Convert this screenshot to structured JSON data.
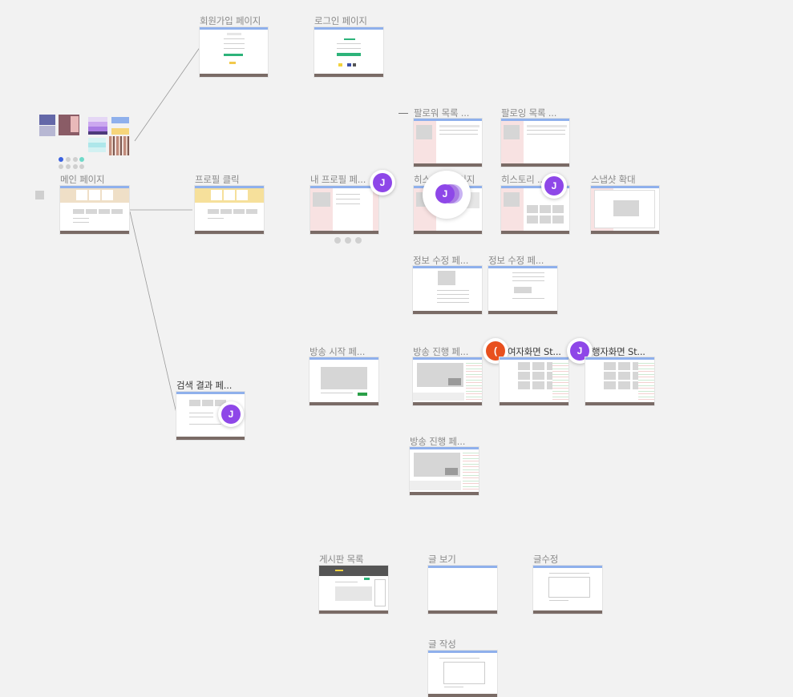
{
  "frames": {
    "signup": "회원가입 페이지",
    "login": "로그인 페이지",
    "follower_list": "팔로워 목록 ...",
    "following_list": "팔로잉 목록 ...",
    "main": "메인 페이지",
    "profile_click": "프로필 클릭",
    "my_profile": "내 프로필 페...",
    "history_1": "히스토리 페이지",
    "history_2": "히스토리 ...",
    "snapshot": "스냅샷 확대",
    "edit_info_1": "정보 수정 페...",
    "edit_info_2": "정보 수정 페...",
    "broadcast_start": "방송 시작 페...",
    "broadcast_live_1": "방송 진행 페...",
    "female_screen": "여자화면 St...",
    "male_screen": "행자화면 St...",
    "search_result": "검색 결과 페...",
    "broadcast_live_2": "방송 진행 페...",
    "board_list": "게시판 목록",
    "post_view": "글 보기",
    "post_edit": "글수정",
    "post_write": "글 작성"
  },
  "avatars": {
    "j": "J",
    "paren": "("
  },
  "colors": {
    "canvas": "#f2f2f2",
    "frame_top": "#8fb0ec",
    "frame_bottom": "#7a6b66",
    "avatar_purple": "#8e47e8",
    "avatar_orange": "#e8501e"
  }
}
